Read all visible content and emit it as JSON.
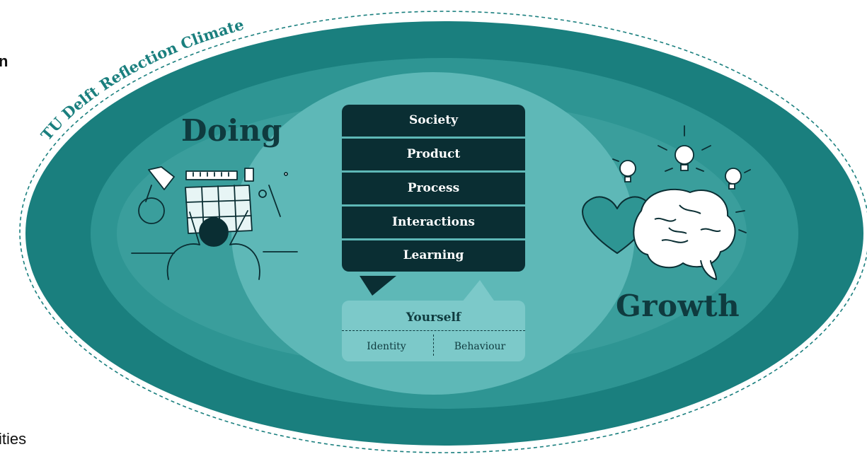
{
  "edge_text": {
    "top": "n",
    "bottom": "ities"
  },
  "arc_title": "TU Delft Reflection Climate",
  "doing_label": "Doing",
  "growth_label": "Growth",
  "layers": [
    "Society",
    "Product",
    "Process",
    "Interactions",
    "Learning"
  ],
  "yourself": {
    "title": "Yourself",
    "left": "Identity",
    "right": "Behaviour"
  },
  "colors": {
    "outer": "#1a7f7e",
    "ring2": "#2e9593",
    "ring3": "#45a8a7",
    "inner": "#5eb8b7",
    "dark": "#0a2e33",
    "pale": "#7cc9c9",
    "heading": "#0f3b3f"
  },
  "icons": [
    "person-at-desk-icon",
    "heart-icon",
    "brain-icon",
    "lightbulb-icon"
  ]
}
